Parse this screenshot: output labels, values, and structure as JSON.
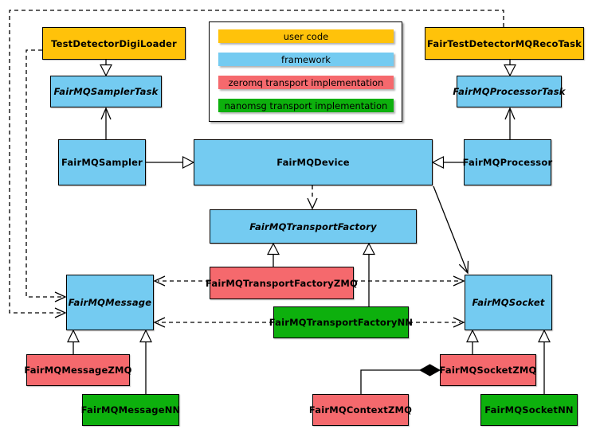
{
  "palette": {
    "user_code": "#FFC20A",
    "framework": "#74CBF1",
    "zeromq": "#F5696D",
    "nanomsg": "#0DB00D",
    "line": "#000000"
  },
  "legend": {
    "items": [
      {
        "label": "user code",
        "category": "user_code"
      },
      {
        "label": "framework",
        "category": "framework"
      },
      {
        "label": "zeromq transport implementation",
        "category": "zeromq"
      },
      {
        "label": "nanomsg transport implementation",
        "category": "nanomsg"
      }
    ]
  },
  "nodes": {
    "testDetectorDigiLoader": {
      "label": "TestDetectorDigiLoader",
      "category": "user_code",
      "abstract": false
    },
    "fairTestDetectorMQRecoTask": {
      "label": "FairTestDetectorMQRecoTask",
      "category": "user_code",
      "abstract": false
    },
    "fairMQSamplerTask": {
      "label": "FairMQSamplerTask",
      "category": "framework",
      "abstract": true
    },
    "fairMQProcessorTask": {
      "label": "FairMQProcessorTask",
      "category": "framework",
      "abstract": true
    },
    "fairMQSampler": {
      "label": "FairMQSampler",
      "category": "framework",
      "abstract": false
    },
    "fairMQDevice": {
      "label": "FairMQDevice",
      "category": "framework",
      "abstract": false
    },
    "fairMQProcessor": {
      "label": "FairMQProcessor",
      "category": "framework",
      "abstract": false
    },
    "fairMQTransportFactory": {
      "label": "FairMQTransportFactory",
      "category": "framework",
      "abstract": true
    },
    "fairMQTransportFactoryZMQ": {
      "label": "FairMQTransportFactoryZMQ",
      "category": "zeromq",
      "abstract": false
    },
    "fairMQTransportFactoryNN": {
      "label": "FairMQTransportFactoryNN",
      "category": "nanomsg",
      "abstract": false
    },
    "fairMQMessage": {
      "label": "FairMQMessage",
      "category": "framework",
      "abstract": true
    },
    "fairMQSocket": {
      "label": "FairMQSocket",
      "category": "framework",
      "abstract": true
    },
    "fairMQMessageZMQ": {
      "label": "FairMQMessageZMQ",
      "category": "zeromq",
      "abstract": false
    },
    "fairMQMessageNN": {
      "label": "FairMQMessageNN",
      "category": "nanomsg",
      "abstract": false
    },
    "fairMQSocketZMQ": {
      "label": "FairMQSocketZMQ",
      "category": "zeromq",
      "abstract": false
    },
    "fairMQSocketNN": {
      "label": "FairMQSocketNN",
      "category": "nanomsg",
      "abstract": false
    },
    "fairMQContextZMQ": {
      "label": "FairMQContextZMQ",
      "category": "zeromq",
      "abstract": false
    }
  },
  "relations": [
    {
      "from": "TestDetectorDigiLoader",
      "to": "FairMQSamplerTask",
      "type": "inheritance"
    },
    {
      "from": "FairTestDetectorMQRecoTask",
      "to": "FairMQProcessorTask",
      "type": "inheritance"
    },
    {
      "from": "FairMQSampler",
      "to": "FairMQDevice",
      "type": "inheritance"
    },
    {
      "from": "FairMQProcessor",
      "to": "FairMQDevice",
      "type": "inheritance"
    },
    {
      "from": "FairMQTransportFactoryZMQ",
      "to": "FairMQTransportFactory",
      "type": "inheritance"
    },
    {
      "from": "FairMQTransportFactoryNN",
      "to": "FairMQTransportFactory",
      "type": "inheritance"
    },
    {
      "from": "FairMQMessageZMQ",
      "to": "FairMQMessage",
      "type": "inheritance"
    },
    {
      "from": "FairMQMessageNN",
      "to": "FairMQMessage",
      "type": "inheritance"
    },
    {
      "from": "FairMQSocketZMQ",
      "to": "FairMQSocket",
      "type": "inheritance"
    },
    {
      "from": "FairMQSocketNN",
      "to": "FairMQSocket",
      "type": "inheritance"
    },
    {
      "from": "FairMQSampler",
      "to": "FairMQSamplerTask",
      "type": "association"
    },
    {
      "from": "FairMQProcessor",
      "to": "FairMQProcessorTask",
      "type": "association"
    },
    {
      "from": "FairMQDevice",
      "to": "FairMQSocket",
      "type": "association"
    },
    {
      "from": "FairMQDevice",
      "to": "FairMQTransportFactory",
      "type": "dependency"
    },
    {
      "from": "FairMQTransportFactoryZMQ",
      "to": "FairMQMessage",
      "type": "dependency"
    },
    {
      "from": "FairMQTransportFactoryZMQ",
      "to": "FairMQSocket",
      "type": "dependency"
    },
    {
      "from": "FairMQTransportFactoryNN",
      "to": "FairMQMessage",
      "type": "dependency"
    },
    {
      "from": "FairMQTransportFactoryNN",
      "to": "FairMQSocket",
      "type": "dependency"
    },
    {
      "from": "TestDetectorDigiLoader",
      "to": "FairMQMessage",
      "type": "dependency"
    },
    {
      "from": "FairTestDetectorMQRecoTask",
      "to": "FairMQMessage",
      "type": "dependency"
    },
    {
      "from": "FairMQContextZMQ",
      "to": "FairMQSocketZMQ",
      "type": "composition"
    }
  ]
}
